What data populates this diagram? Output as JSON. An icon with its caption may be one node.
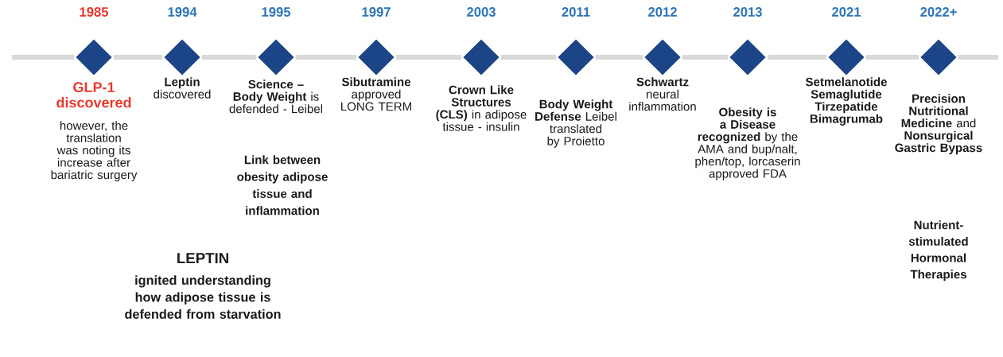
{
  "diagram": {
    "nodes": [
      {
        "text": [
          "1985"
        ],
        "beside": [
          "GLP-1 discovered",
          "however, the translation was noting its increase after bariatric surgery"
        ]
      },
      {
        "text": [
          "1994"
        ],
        "beside": [
          "**Leptin** discovered"
        ]
      },
      {
        "text": [
          "1995"
        ],
        "beside": [
          "**Science – Body Weight** is defended - Leibel"
        ]
      },
      {
        "text": [
          "1997"
        ],
        "beside": [
          "**Sibutramine** approved LONG TERM"
        ]
      },
      {
        "text": [
          "2003"
        ],
        "beside": [
          "**Crown Like Structures (CLS)** in adipose tissue - insulin"
        ]
      },
      {
        "text": [
          "2011"
        ],
        "beside": [
          "**Body Weight Defense** Leibel translated by Proietto"
        ]
      },
      {
        "text": [
          "2012"
        ],
        "beside": [
          "**Schwartz** neural inflammation"
        ]
      },
      {
        "text": [
          "2013"
        ],
        "beside": [
          "**Obesity is a Disease recognized** by the AMA and bup/nalt, phen/top, lorcaserin approved FDA"
        ]
      },
      {
        "text": [
          "2021"
        ],
        "beside": [
          "Setmelanotide Semaglutide Tirzepatide Bimagrumab"
        ]
      },
      {
        "text": [
          "2022+"
        ],
        "beside": [
          "**Precision Nutritional Medicine** and **Nonsurgical Gastric Bypass**"
        ]
      }
    ],
    "edges": [
      {
        "from": null,
        "to": 0,
        "arrow": "none"
      },
      {
        "from": 0,
        "to": 1,
        "arrow": "none"
      },
      {
        "from": 1,
        "to": 2,
        "arrow": "none"
      },
      {
        "from": 2,
        "to": 3,
        "arrow": "none"
      },
      {
        "from": 3,
        "to": 4,
        "arrow": "none"
      },
      {
        "from": 4,
        "to": 5,
        "arrow": "none"
      },
      {
        "from": 5,
        "to": 6,
        "arrow": "none"
      },
      {
        "from": 6,
        "to": 7,
        "arrow": "none"
      },
      {
        "from": 7,
        "to": 8,
        "arrow": "none"
      },
      {
        "from": 8,
        "to": 9,
        "arrow": "none"
      },
      {
        "from": 9,
        "to": null,
        "arrow": "none"
      }
    ],
    "labels": [
      "Link between obesity adipose tissue and inflammation",
      "Nutrient-stimulated Hormonal Therapies",
      "LEPTIN",
      "ignited understanding how adipose tissue is defended from starvation"
    ]
  }
}
